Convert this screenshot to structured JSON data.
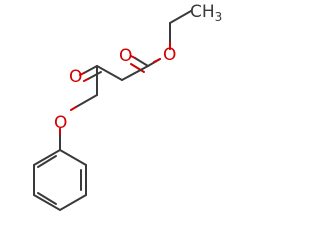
{
  "molecule": {
    "atoms": [
      {
        "id": "ch3",
        "label": "CH",
        "subscript": "3",
        "color": "#3a3a3a"
      },
      {
        "id": "o_ester",
        "label": "O",
        "color": "#d40000"
      },
      {
        "id": "o_carbonyl_ester",
        "label": "O",
        "color": "#d40000"
      },
      {
        "id": "o_ketone",
        "label": "O",
        "color": "#d40000"
      },
      {
        "id": "o_ether",
        "label": "O",
        "color": "#d40000"
      }
    ]
  },
  "colors": {
    "bond": "#3a3a3a",
    "oxygen": "#d40000",
    "carbon": "#3a3a3a"
  }
}
